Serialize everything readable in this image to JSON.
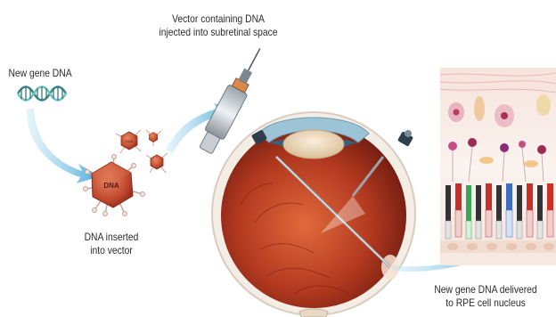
{
  "labels": {
    "vector_line1": "Vector containing DNA",
    "vector_line2": "injected into subretinal space",
    "new_gene": "New gene DNA",
    "dna_inserted_line1": "DNA inserted",
    "dna_inserted_line2": "into vector",
    "delivered_line1": "New gene DNA delivered",
    "delivered_line2": "to RPE cell nucleus"
  },
  "vector_particles": [
    {
      "text": "DNA"
    },
    {
      "text": "DNA"
    }
  ],
  "colors": {
    "arrow": "#5ab4dc",
    "vector_body": "#c0482e",
    "eye_interior": "#a8331f",
    "sclera": "#f3ede6",
    "cornea": "#d8e6ec",
    "instrument": "#9aa4ad",
    "photoreceptor_red": "#c9302c",
    "photoreceptor_green": "#3aa655",
    "photoreceptor_blue": "#3c6fbf",
    "photoreceptor_dark": "#333333"
  }
}
